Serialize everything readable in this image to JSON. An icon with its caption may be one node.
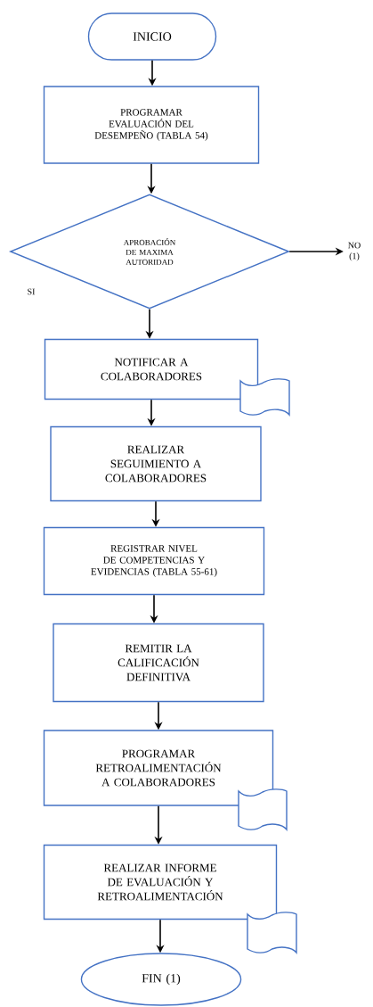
{
  "diagram": {
    "nodes": [
      {
        "text": [
          "INICIO"
        ]
      },
      {
        "text": [
          "PROGRAMAR EVALUACIÓN DEL DESEMPEÑO (TABLA 54)"
        ]
      },
      {
        "text": [
          "APROBACIÓN DE MAXIMA AUTORIDAD"
        ]
      },
      {
        "text": [
          "NO (1)"
        ]
      },
      {
        "text": [
          "NOTIFICAR A COLABORADORES"
        ]
      },
      {
        "text": [
          "REALIZAR SEGUIMIENTO A COLABORADORES"
        ]
      },
      {
        "text": [
          "REGISTRAR NIVEL DE COMPETENCIAS Y EVIDENCIAS (TABLA 55-61)"
        ]
      },
      {
        "text": [
          "REMITIR LA CALIFICACIÓN DEFINITIVA"
        ]
      },
      {
        "text": [
          "PROGRAMAR RETROALIMENTACIÓN A COLABORADORES"
        ]
      },
      {
        "text": [
          "REALIZAR INFORME DE EVALUACIÓN Y RETROALIMENTACIÓN"
        ]
      },
      {
        "text": [
          "FIN (1)"
        ]
      }
    ],
    "edges": [
      {
        "from": 0,
        "to": 1,
        "arrow": "to"
      },
      {
        "from": 1,
        "to": 2,
        "arrow": "to"
      },
      {
        "from": 2,
        "to": 3,
        "arrow": "to"
      },
      {
        "from": 2,
        "to": 4,
        "arrow": "to"
      },
      {
        "from": 4,
        "to": 5,
        "arrow": "to"
      },
      {
        "from": 5,
        "to": 6,
        "arrow": "to"
      },
      {
        "from": 6,
        "to": 7,
        "arrow": "to"
      },
      {
        "from": 7,
        "to": 8,
        "arrow": "to"
      },
      {
        "from": 8,
        "to": 9,
        "arrow": "to"
      },
      {
        "from": 9,
        "to": 10,
        "arrow": "to"
      }
    ],
    "labels": [
      "SI"
    ]
  }
}
